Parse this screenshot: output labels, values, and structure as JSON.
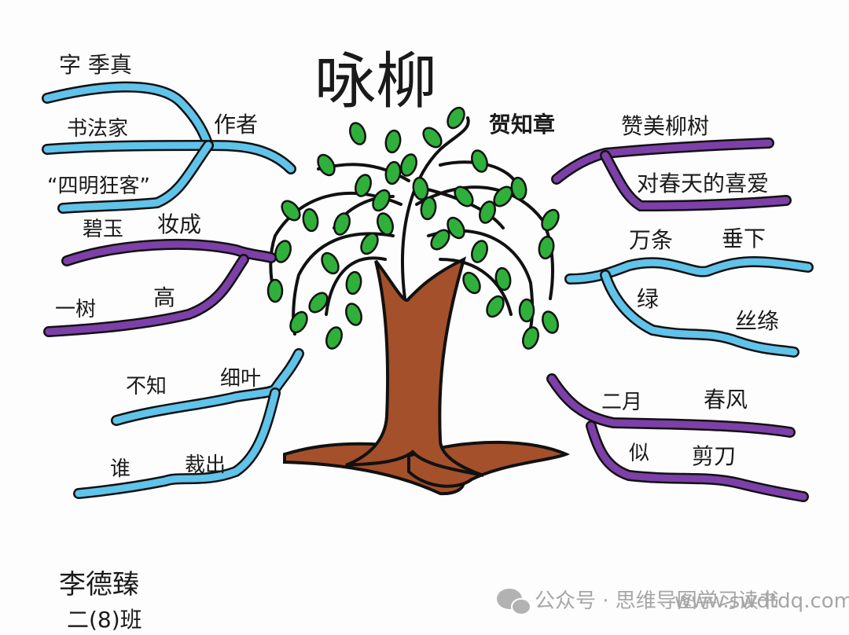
{
  "title": "咏柳",
  "author": "贺知章",
  "branches": {
    "author_info": {
      "root": "作者",
      "items": [
        "字 季真",
        "书法家",
        "“四明狂客”"
      ]
    },
    "line1": {
      "first": "碧玉",
      "second": "妆成",
      "third": "一树",
      "fourth": "高"
    },
    "line3": {
      "first": "不知",
      "second": "细叶",
      "third": "谁",
      "fourth": "裁出"
    },
    "theme": {
      "first": "赞美柳树",
      "second": "对春天的喜爱"
    },
    "line2": {
      "first": "万条",
      "second": "垂下",
      "third": "绿",
      "fourth": "丝绦"
    },
    "line4": {
      "first": "二月",
      "second": "春风",
      "third": "似",
      "fourth": "剪刀"
    }
  },
  "signature": {
    "name": "李德臻",
    "class": "二(8)班"
  },
  "watermark": "公众号 · 思维导图学习读书",
  "watermark_url": "www.swdtdq.com",
  "colors": {
    "blue": "#5fc3ea",
    "purple": "#7d3fa8",
    "outline": "#111111",
    "trunk": "#a4502a",
    "leaf": "#2fb03a"
  }
}
